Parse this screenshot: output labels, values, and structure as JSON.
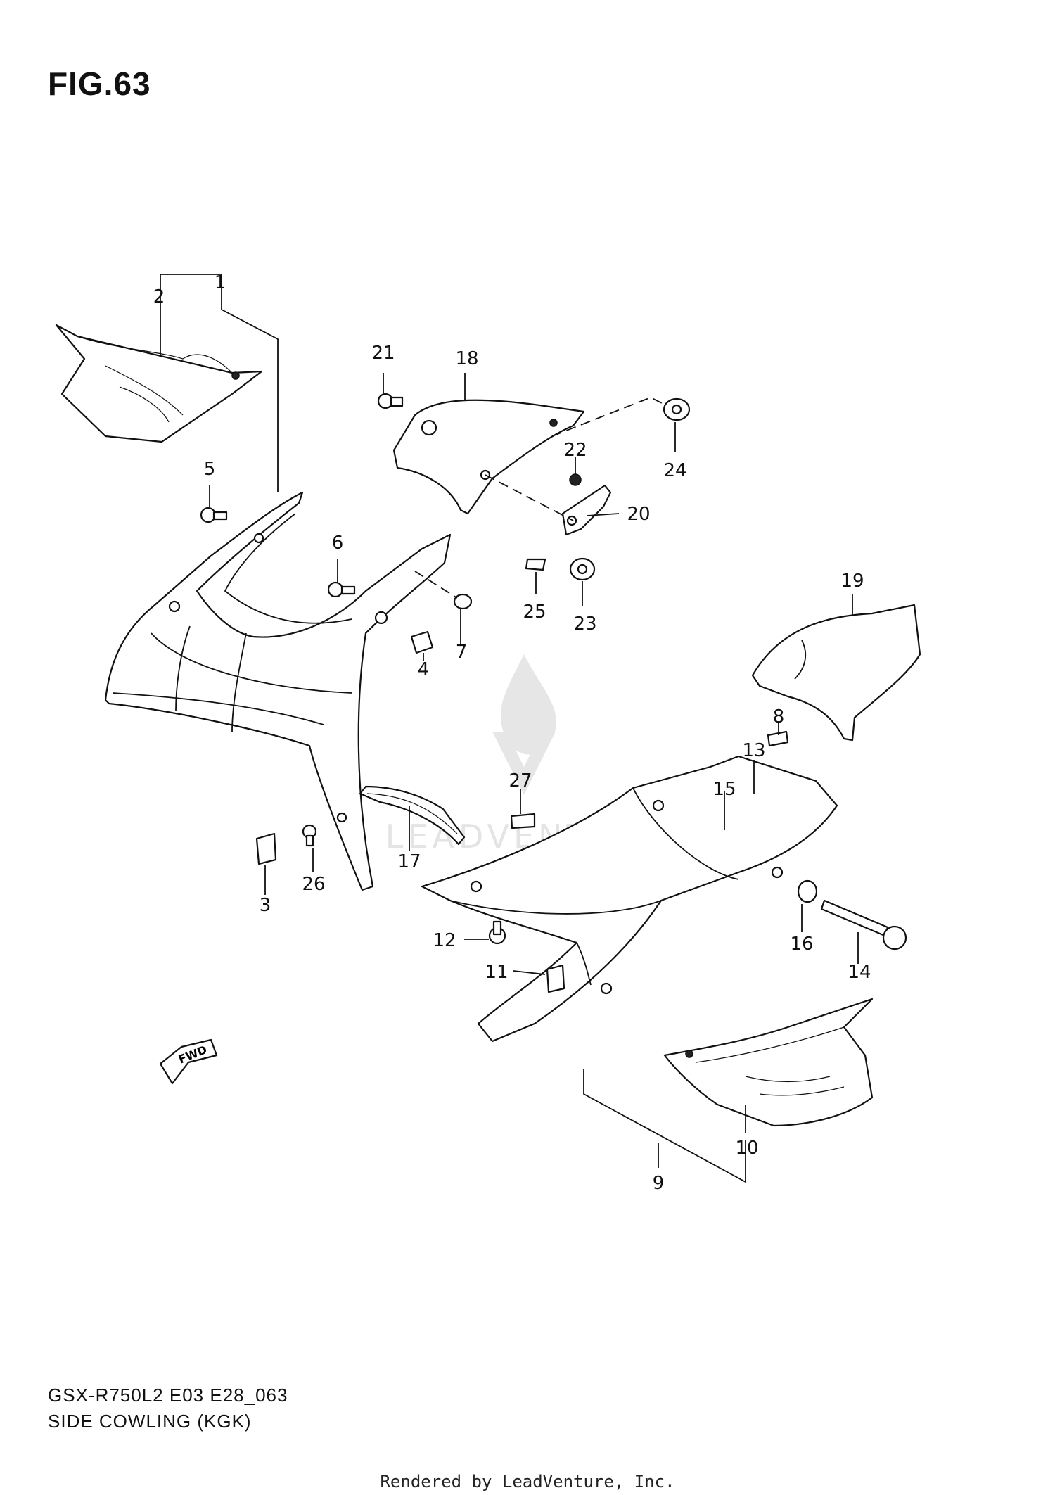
{
  "figure": {
    "title": "FIG.63"
  },
  "callouts": [
    "1",
    "2",
    "3",
    "4",
    "5",
    "6",
    "7",
    "8",
    "9",
    "10",
    "11",
    "12",
    "13",
    "14",
    "15",
    "16",
    "17",
    "18",
    "19",
    "20",
    "21",
    "22",
    "23",
    "24",
    "25",
    "26",
    "27"
  ],
  "fwd_label": "FWD",
  "watermark": "LEADVENTURE",
  "footer": {
    "model_code": "GSX-R750L2 E03 E28_063",
    "section_name": "SIDE COWLING (KGK)",
    "rendered_by": "Rendered by LeadVenture, Inc."
  }
}
